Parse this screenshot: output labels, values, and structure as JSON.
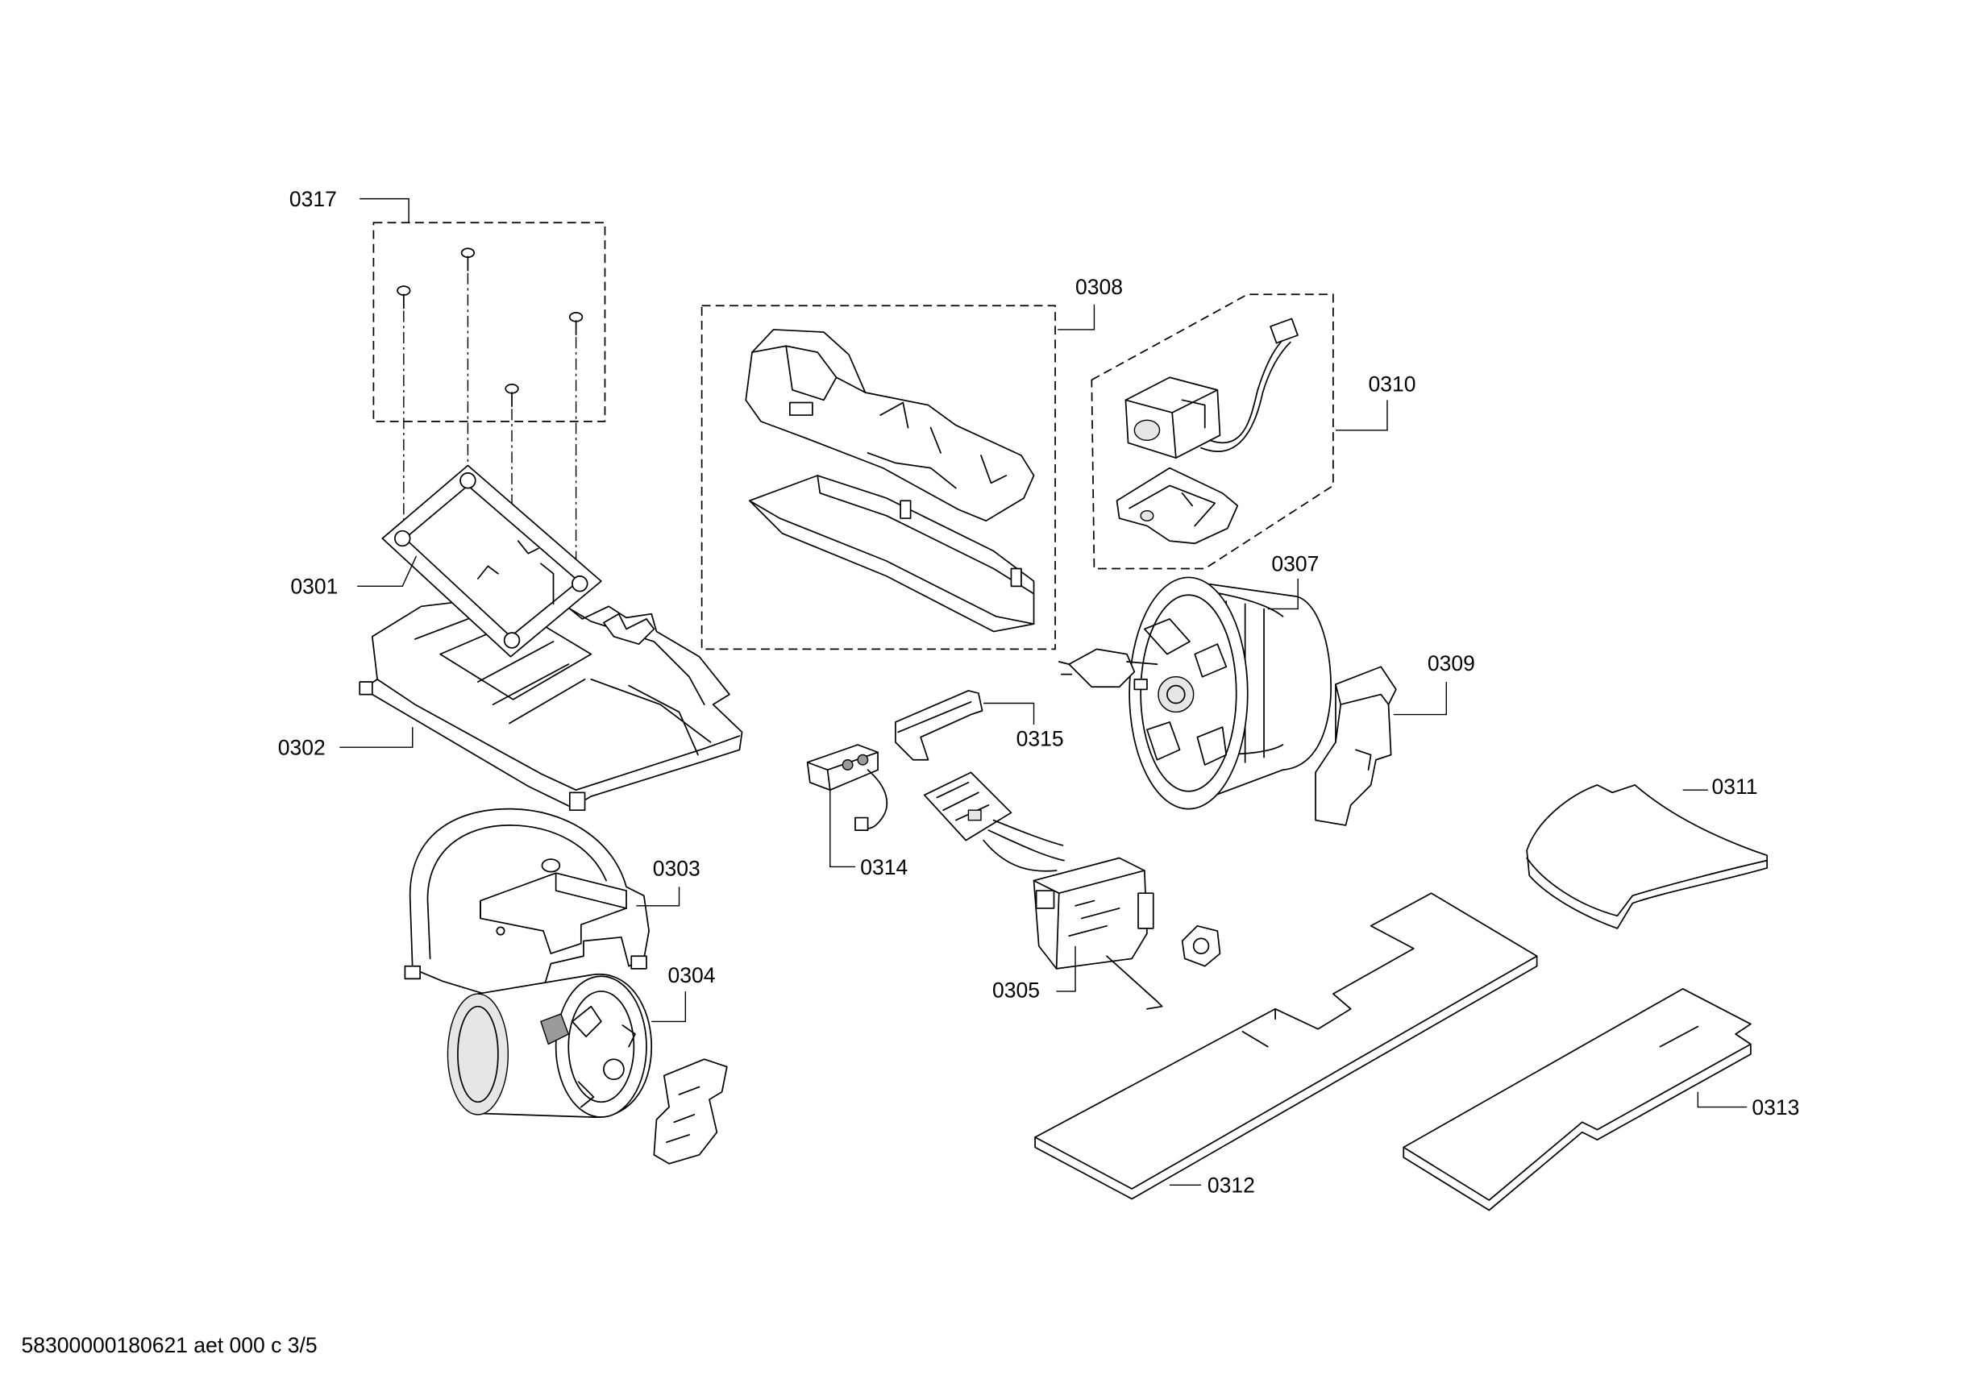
{
  "callouts": {
    "p0301": "0301",
    "p0302": "0302",
    "p0303": "0303",
    "p0304": "0304",
    "p0305": "0305",
    "p0307": "0307",
    "p0308": "0308",
    "p0309": "0309",
    "p0310": "0310",
    "p0311": "0311",
    "p0312": "0312",
    "p0313": "0313",
    "p0314": "0314",
    "p0315": "0315",
    "p0317": "0317"
  },
  "footer": "58300000180621 aet 000 c 3/5"
}
